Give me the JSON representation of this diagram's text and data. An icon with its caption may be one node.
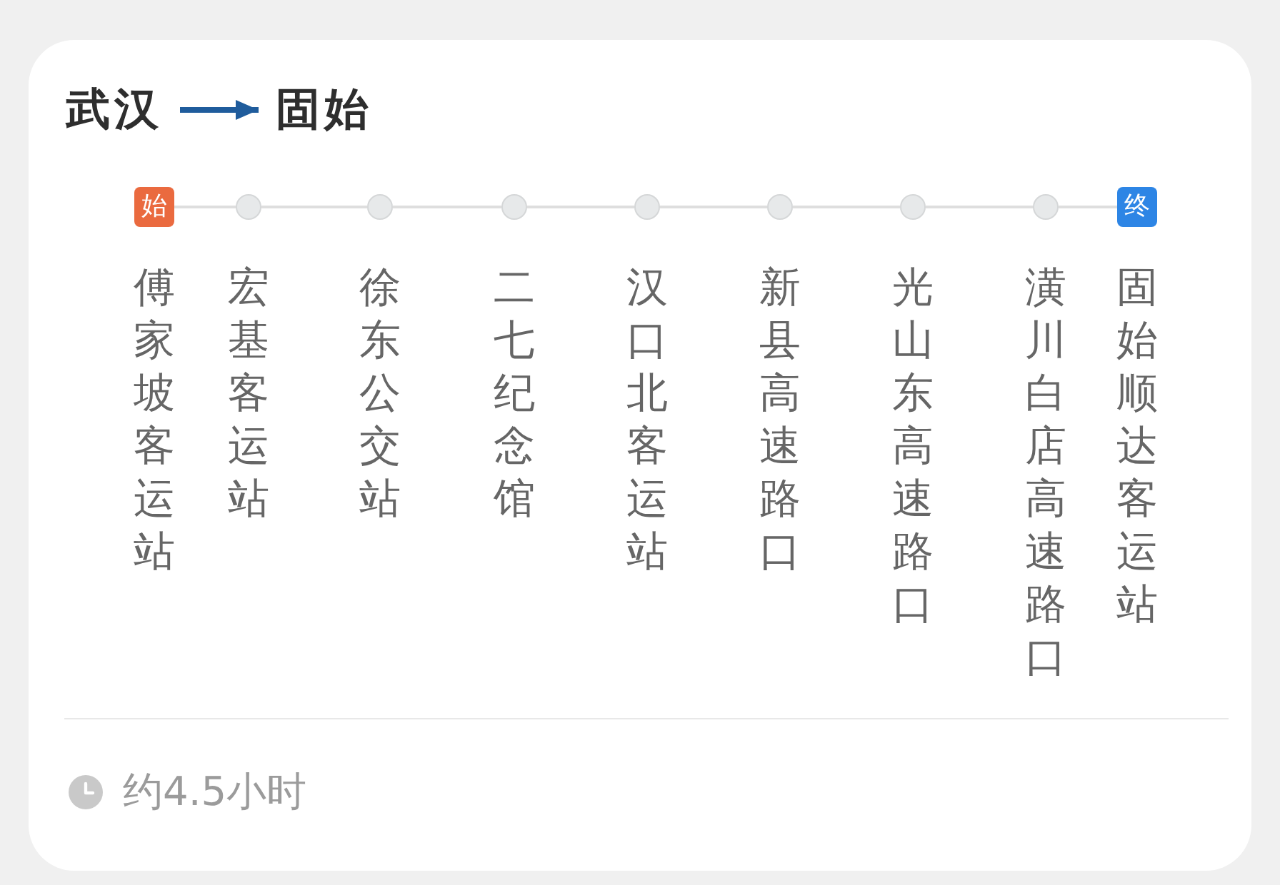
{
  "diagram": {
    "nodes": [
      {
        "text": [
          "武汉"
        ]
      },
      {
        "text": [
          "固始"
        ]
      },
      {
        "text": [
          "始"
        ],
        "beside": [
          "傅家坡客运站"
        ]
      },
      {
        "text": [],
        "shape": "circle",
        "beside": [
          "宏基客运站"
        ]
      },
      {
        "text": [],
        "shape": "circle",
        "beside": [
          "徐东公交站"
        ]
      },
      {
        "text": [],
        "shape": "circle",
        "beside": [
          "二七纪念馆"
        ]
      },
      {
        "text": [],
        "shape": "circle",
        "beside": [
          "汉口北客运站"
        ]
      },
      {
        "text": [],
        "shape": "circle",
        "beside": [
          "新县高速路口"
        ]
      },
      {
        "text": [],
        "shape": "circle",
        "beside": [
          "光山东高速路口"
        ]
      },
      {
        "text": [],
        "shape": "circle",
        "beside": [
          "潢川白店高速路口"
        ]
      },
      {
        "text": [
          "终"
        ],
        "beside": [
          "固始顺达客运站"
        ]
      }
    ],
    "edges": [
      {
        "from": 0,
        "to": 1,
        "arrow": "to",
        "style": "thick",
        "color": "#1f5c9c"
      },
      {
        "from": 2,
        "to": 3,
        "arrow": "none"
      },
      {
        "from": 3,
        "to": 4,
        "arrow": "none"
      },
      {
        "from": 4,
        "to": 5,
        "arrow": "none"
      },
      {
        "from": 5,
        "to": 6,
        "arrow": "none"
      },
      {
        "from": 6,
        "to": 7,
        "arrow": "none"
      },
      {
        "from": 7,
        "to": 8,
        "arrow": "none"
      },
      {
        "from": 8,
        "to": 9,
        "arrow": "none"
      },
      {
        "from": 9,
        "to": 10,
        "arrow": "none"
      }
    ],
    "labels": [
      "约4.5小时"
    ]
  }
}
